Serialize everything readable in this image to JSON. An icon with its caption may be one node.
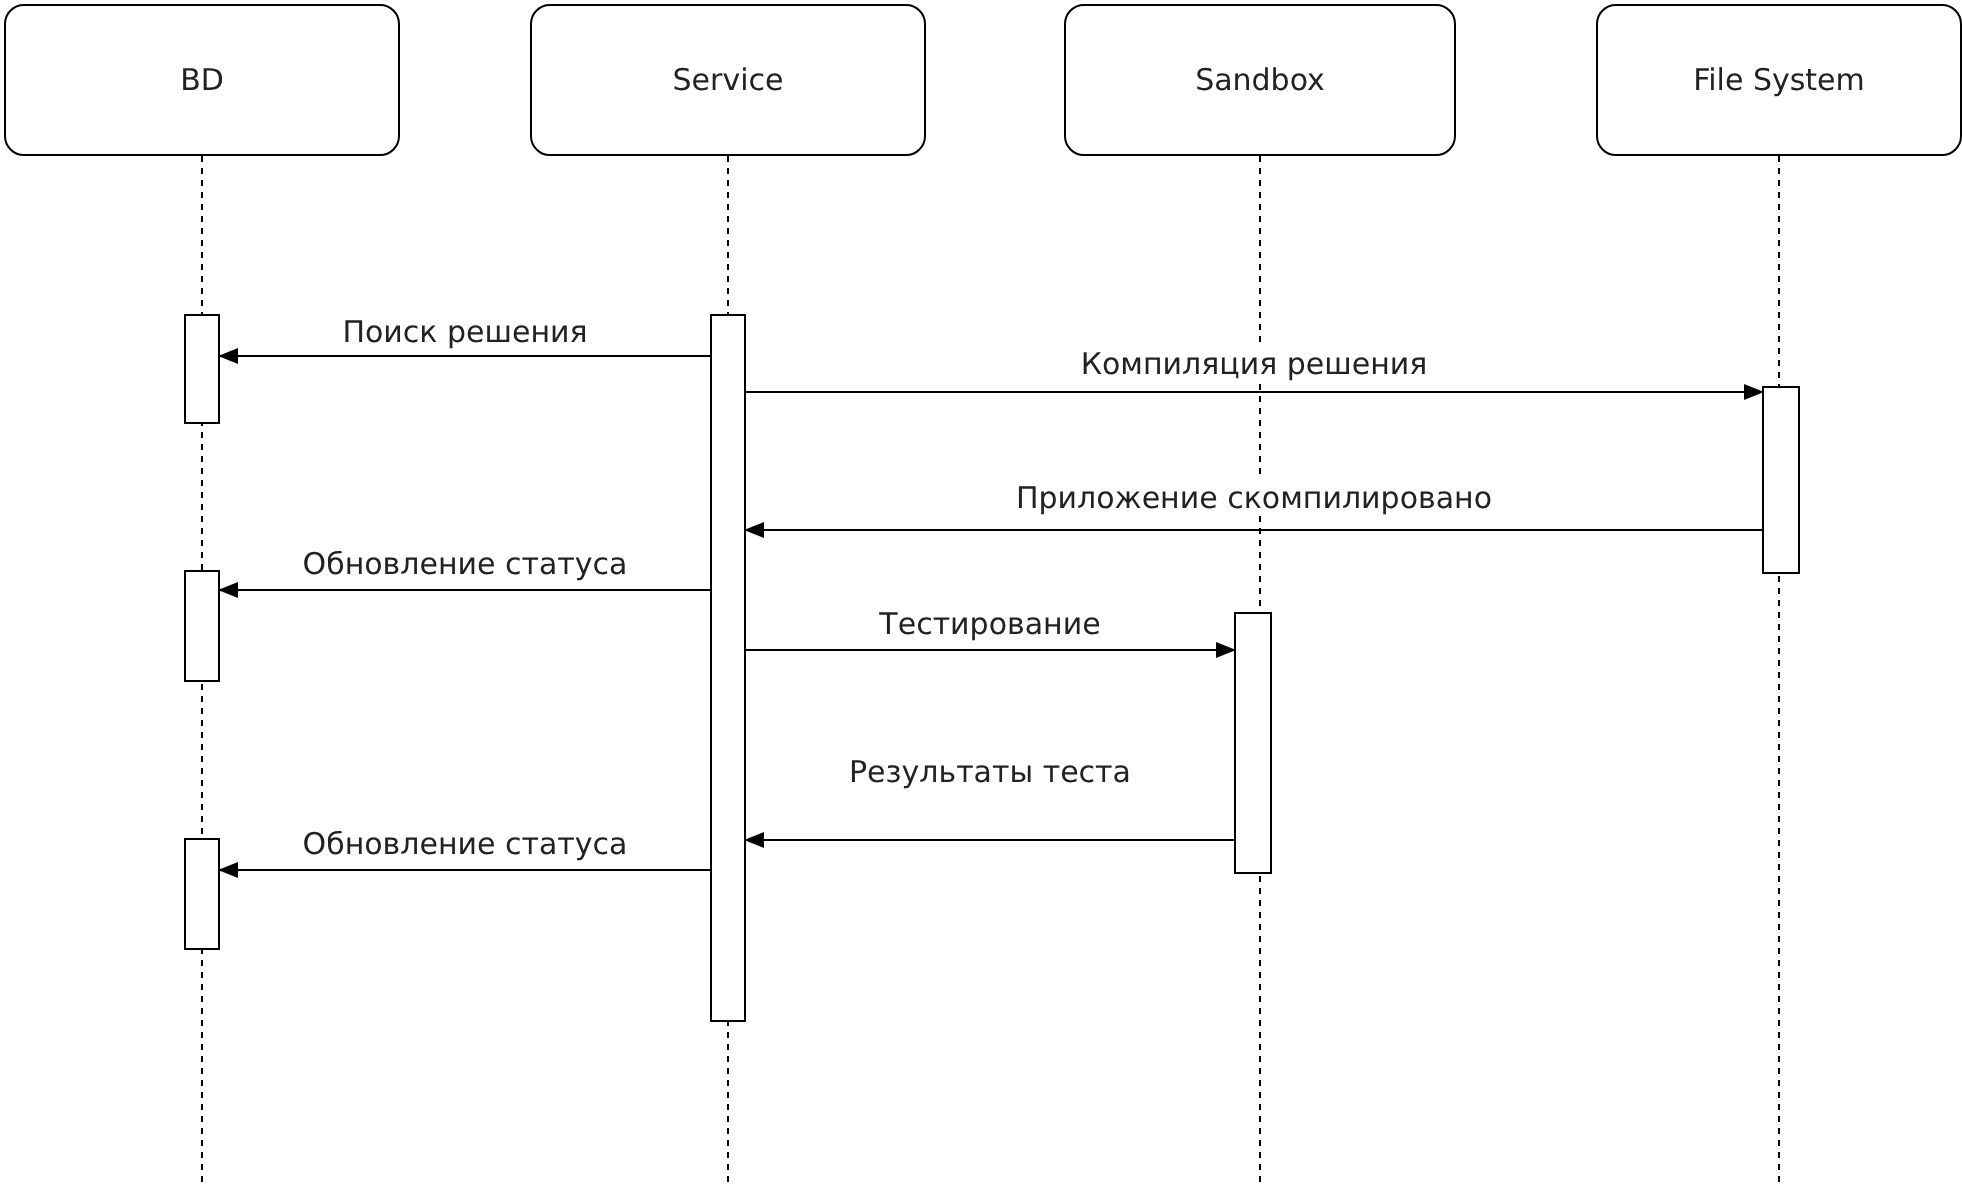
{
  "diagram": {
    "nodes": [
      {
        "text": [
          "BD"
        ]
      },
      {
        "text": [
          "Service"
        ]
      },
      {
        "text": [
          "Sandbox"
        ]
      },
      {
        "text": [
          "File System"
        ]
      },
      {
        "text": [],
        "shape": "bar"
      },
      {
        "text": [],
        "shape": "bar"
      },
      {
        "text": [],
        "shape": "bar"
      },
      {
        "text": [],
        "shape": "bar"
      },
      {
        "text": [],
        "shape": "bar"
      },
      {
        "text": [],
        "shape": "bar"
      }
    ],
    "edges": [
      {
        "from": 5,
        "to": 4,
        "arrow": "to",
        "label": "Поиск решения"
      },
      {
        "from": 5,
        "to": 6,
        "arrow": "to",
        "label": "Компиляция решения"
      },
      {
        "from": 6,
        "to": 5,
        "arrow": "to",
        "label": "Приложение скомпилировано"
      },
      {
        "from": 5,
        "to": 7,
        "arrow": "to",
        "label": "Обновление статуса"
      },
      {
        "from": 5,
        "to": 8,
        "arrow": "to",
        "label": "Тестирование"
      },
      {
        "from": 8,
        "to": 5,
        "arrow": "to",
        "label": "Результаты теста"
      },
      {
        "from": 5,
        "to": 9,
        "arrow": "to",
        "label": "Обновление статуса"
      },
      {
        "from": 0,
        "to": null,
        "arrow": "none",
        "style": "dashed"
      },
      {
        "from": 1,
        "to": null,
        "arrow": "none",
        "style": "dashed"
      },
      {
        "from": 2,
        "to": null,
        "arrow": "none",
        "style": "dashed"
      },
      {
        "from": 3,
        "to": null,
        "arrow": "none",
        "style": "dashed"
      }
    ]
  }
}
